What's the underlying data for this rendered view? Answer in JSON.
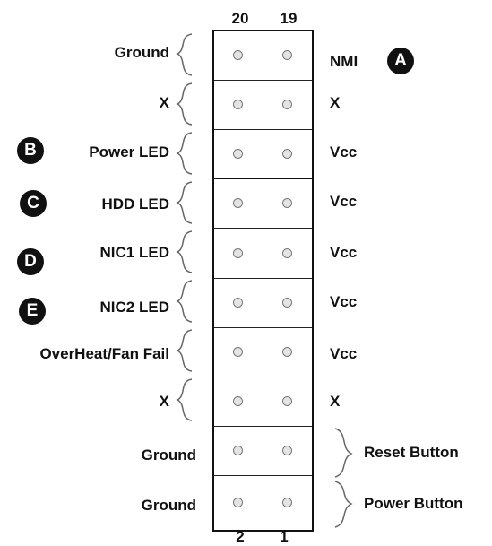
{
  "top_pin_numbers": {
    "left": "20",
    "right": "19"
  },
  "bottom_pin_numbers": {
    "left": "2",
    "right": "1"
  },
  "left_labels": [
    "Ground",
    "X",
    "Power LED",
    "HDD LED",
    "NIC1 LED",
    "NIC2 LED",
    "OverHeat/Fan Fail",
    "X",
    "Ground",
    "Ground"
  ],
  "right_labels": [
    "NMI",
    "X",
    "Vcc",
    "Vcc",
    "Vcc",
    "Vcc",
    "Vcc",
    "X"
  ],
  "button_labels": [
    "Reset Button",
    "Power Button"
  ],
  "badges": [
    "A",
    "B",
    "C",
    "D",
    "E"
  ]
}
